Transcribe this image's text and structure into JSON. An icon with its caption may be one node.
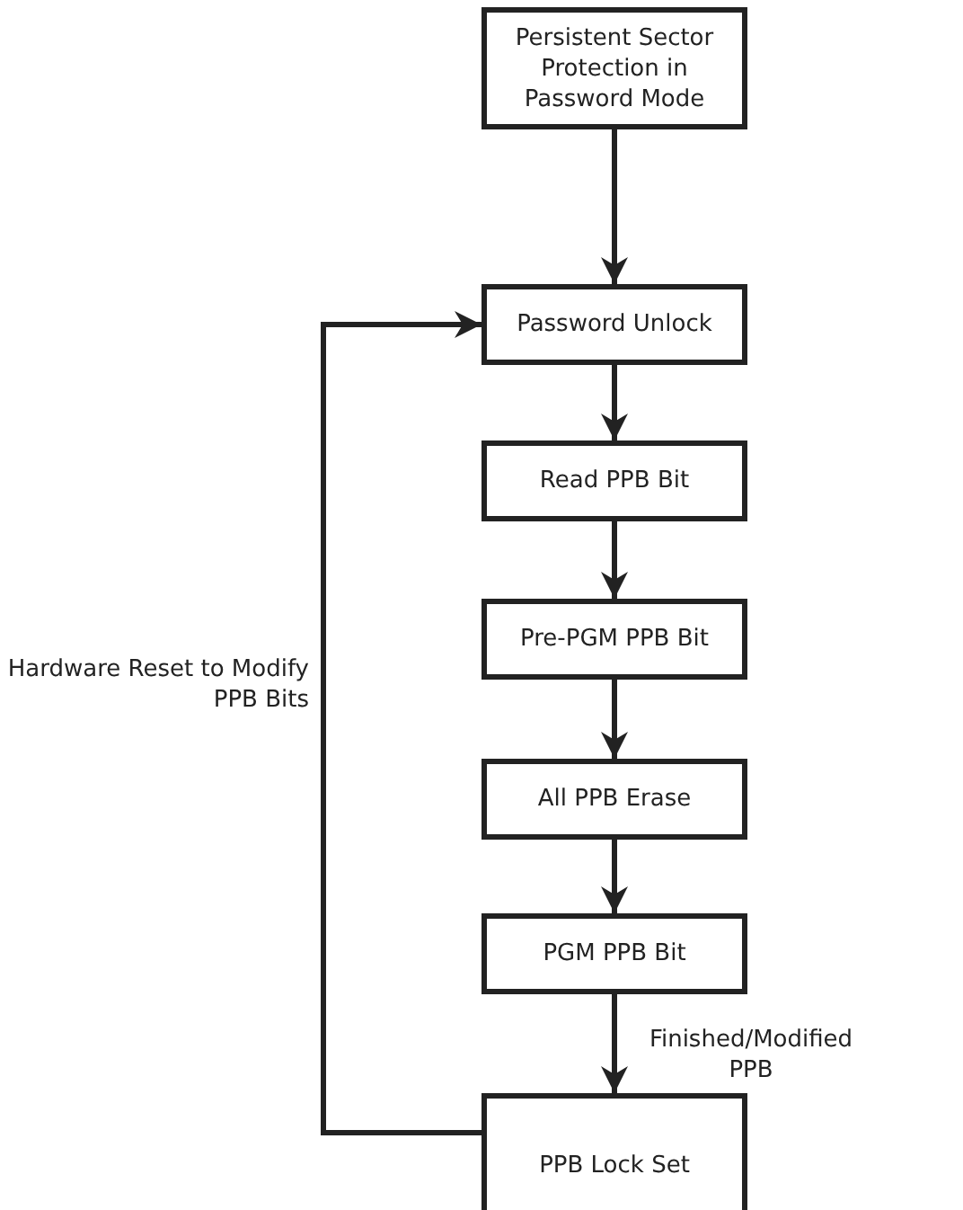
{
  "diagram": {
    "nodes": [
      {
        "text": [
          "Persistent Sector Protection in Password Mode"
        ]
      },
      {
        "text": [
          "Password Unlock"
        ]
      },
      {
        "text": [
          "Read PPB Bit"
        ]
      },
      {
        "text": [
          "Pre-PGM PPB Bit"
        ]
      },
      {
        "text": [
          "All PPB Erase"
        ]
      },
      {
        "text": [
          "PGM PPB Bit"
        ]
      },
      {
        "text": [
          "PPB Lock Set"
        ]
      }
    ],
    "edges": [
      {
        "from": 0,
        "to": 1,
        "arrow": "to"
      },
      {
        "from": 1,
        "to": 2,
        "arrow": "to"
      },
      {
        "from": 2,
        "to": 3,
        "arrow": "to"
      },
      {
        "from": 3,
        "to": 4,
        "arrow": "to"
      },
      {
        "from": 4,
        "to": 5,
        "arrow": "to"
      },
      {
        "from": 5,
        "to": 6,
        "label": "Finished/Modified PPB",
        "arrow": "to"
      },
      {
        "from": 6,
        "to": 1,
        "label": "Hardware Reset to Modify PPB Bits",
        "arrow": "to"
      }
    ]
  }
}
